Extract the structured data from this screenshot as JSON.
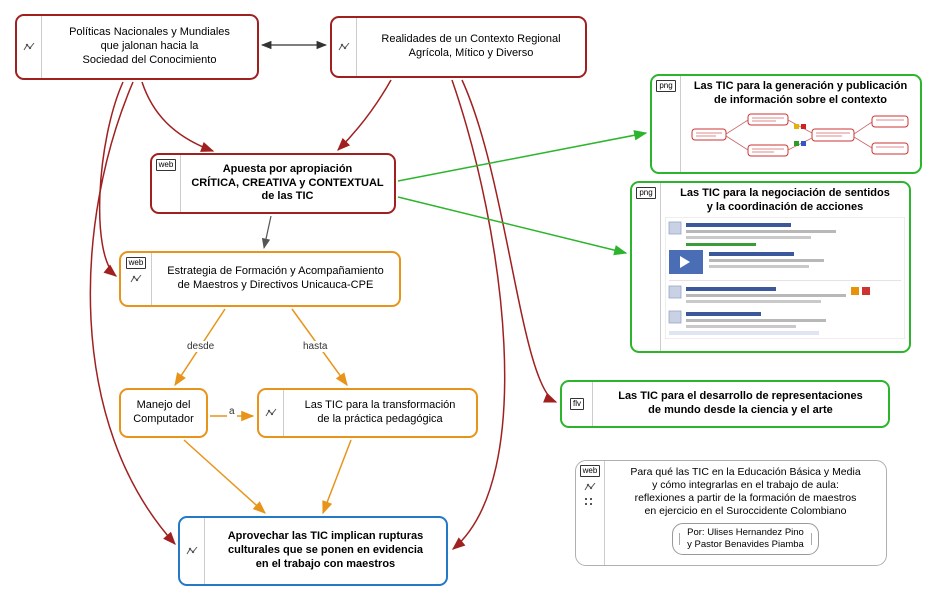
{
  "colors": {
    "dark_red": "#a02020",
    "orange": "#e8941a",
    "green": "#2cb52c",
    "blue": "#2478c8",
    "gray_border": "#b0b0b0",
    "link_black": "#333333"
  },
  "nodes": {
    "politicas": {
      "label": "Políticas Nacionales y Mundiales\nque jalonan hacia la\nSociedad del Conocimiento",
      "icon": "linked-cmap-icon"
    },
    "realidades": {
      "label": "Realidades de un Contexto Regional\nAgrícola, Mítico y Diverso",
      "icon": "linked-cmap-icon"
    },
    "apuesta": {
      "label": "Apuesta por apropiación\nCRÍTICA, CREATIVA y CONTEXTUAL\nde las TIC",
      "badge": "web"
    },
    "estrategia": {
      "label": "Estrategia de Formación y Acompañamiento\nde Maestros y Directivos Unicauca-CPE",
      "badge": "web",
      "icon": "linked-cmap-icon"
    },
    "manejo": {
      "label": "Manejo del\nComputador"
    },
    "transformacion": {
      "label": "Las TIC para la transformación\nde la práctica pedagógica",
      "icon": "linked-cmap-icon"
    },
    "aprovechar": {
      "label": "Aprovechar las TIC implican rupturas\nculturales que se ponen en evidencia\nen el trabajo con maestros",
      "icon": "linked-cmap-icon"
    },
    "generacion": {
      "label": "Las TIC para la generación y publicación\nde información sobre el contexto",
      "badge": "png",
      "thumbnail": "concept-map-thumbnail"
    },
    "negociacion": {
      "label": "Las TIC para la negociación de sentidos\ny la coordinación de acciones",
      "badge": "png",
      "thumbnail": "social-feed-thumbnail"
    },
    "desarrollo": {
      "label": "Las TIC para el desarrollo de representaciones\nde mundo desde la ciencia y el arte",
      "badge": "flv"
    },
    "paraque": {
      "label": "Para qué las TIC en la Educación Básica y Media\ny cómo integrarlas en el trabajo de aula:\nreflexiones a partir de la formación de maestros\nen ejercicio en el Suroccidente Colombiano",
      "badge": "web",
      "icons": [
        "linked-cmap-icon",
        "dots-icon"
      ],
      "authors": "Por: Ulises Hernandez Pino\ny Pastor Benavides Piamba"
    }
  },
  "link_labels": {
    "desde": "desde",
    "hasta": "hasta",
    "a": "a"
  }
}
